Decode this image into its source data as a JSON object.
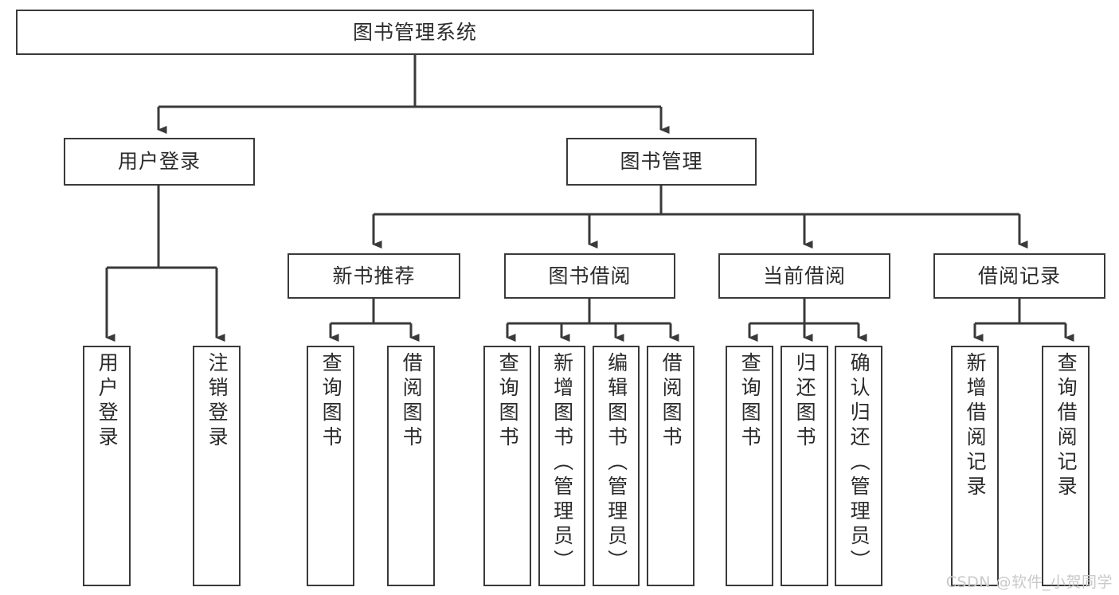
{
  "diagram": {
    "title": "图书管理系统",
    "type": "function-structure-tree",
    "watermark": "CSDN @软件_小贺同学",
    "colors": {
      "border": "#3a3a3a",
      "text": "#2b2b2b",
      "background": "#ffffff",
      "watermark": "#c9c9c9"
    },
    "levels": [
      {
        "level": 0,
        "nodes": [
          {
            "id": "root",
            "label": "图书管理系统",
            "orientation": "horizontal"
          }
        ]
      },
      {
        "level": 1,
        "nodes": [
          {
            "id": "login",
            "label": "用户登录",
            "orientation": "horizontal",
            "parent": "root"
          },
          {
            "id": "bookmgmt",
            "label": "图书管理",
            "orientation": "horizontal",
            "parent": "root"
          }
        ]
      },
      {
        "level": 2,
        "nodes": [
          {
            "id": "newbook",
            "label": "新书推荐",
            "orientation": "horizontal",
            "parent": "bookmgmt"
          },
          {
            "id": "borrow",
            "label": "图书借阅",
            "orientation": "horizontal",
            "parent": "bookmgmt"
          },
          {
            "id": "current",
            "label": "当前借阅",
            "orientation": "horizontal",
            "parent": "bookmgmt"
          },
          {
            "id": "records",
            "label": "借阅记录",
            "orientation": "horizontal",
            "parent": "bookmgmt"
          }
        ]
      },
      {
        "level": 3,
        "nodes": [
          {
            "id": "leaf1",
            "label": "用户登录",
            "orientation": "vertical",
            "parent": "login"
          },
          {
            "id": "leaf2",
            "label": "注销登录",
            "orientation": "vertical",
            "parent": "login"
          },
          {
            "id": "leaf3",
            "label": "查询图书",
            "orientation": "vertical",
            "parent": "newbook"
          },
          {
            "id": "leaf4",
            "label": "借阅图书",
            "orientation": "vertical",
            "parent": "newbook"
          },
          {
            "id": "leaf5",
            "label": "查询图书",
            "orientation": "vertical",
            "parent": "borrow"
          },
          {
            "id": "leaf6",
            "label": "新增图书（管理员）",
            "orientation": "vertical",
            "parent": "borrow"
          },
          {
            "id": "leaf7",
            "label": "编辑图书（管理员）",
            "orientation": "vertical",
            "parent": "borrow"
          },
          {
            "id": "leaf8",
            "label": "借阅图书",
            "orientation": "vertical",
            "parent": "borrow"
          },
          {
            "id": "leaf9",
            "label": "查询图书",
            "orientation": "vertical",
            "parent": "current"
          },
          {
            "id": "leaf10",
            "label": "归还图书",
            "orientation": "vertical",
            "parent": "current"
          },
          {
            "id": "leaf11",
            "label": "确认归还（管理员）",
            "orientation": "vertical",
            "parent": "current"
          },
          {
            "id": "leaf12",
            "label": "新增借阅记录",
            "orientation": "vertical",
            "parent": "records"
          },
          {
            "id": "leaf13",
            "label": "查询借阅记录",
            "orientation": "vertical",
            "parent": "records"
          }
        ]
      }
    ]
  }
}
